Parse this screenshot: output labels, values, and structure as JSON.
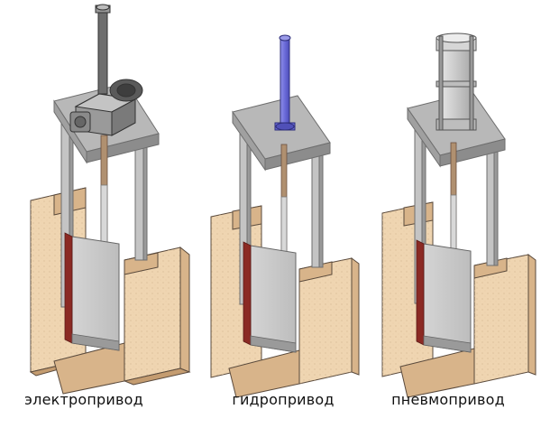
{
  "colors": {
    "concrete": "#efd5b1",
    "concrete_shade": "#d8b48a",
    "concrete_dark": "#c49c70",
    "outline": "#5a4a3c",
    "steel": "#b8b8b8",
    "steel_light": "#dcdcdc",
    "steel_dark": "#8c8c8c",
    "gate": "#c8c8c8",
    "seal": "#8b2a24",
    "hydraulic": "#6b6bd9",
    "electric": "#6e6e6e"
  },
  "units": [
    {
      "id": "electric",
      "caption": "электропривод",
      "actuator": "electric-motor"
    },
    {
      "id": "hydraulic",
      "caption": "гидропривод",
      "actuator": "hydraulic-cylinder"
    },
    {
      "id": "pneumatic",
      "caption": "пневмопривод",
      "actuator": "pneumatic-cylinder"
    }
  ]
}
